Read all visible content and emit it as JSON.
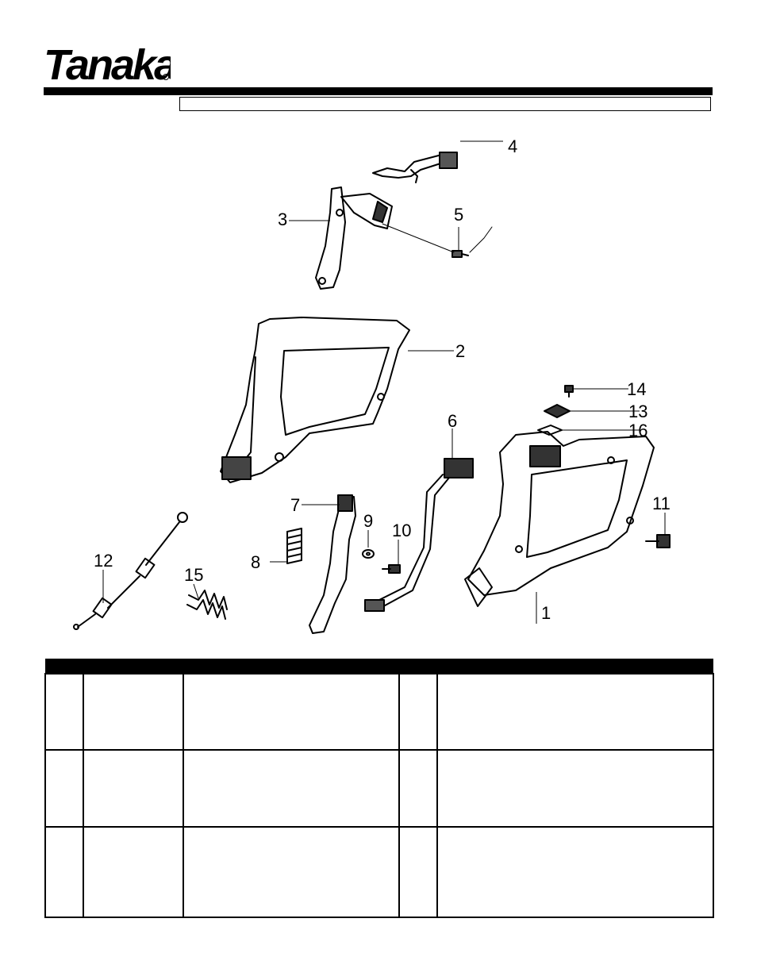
{
  "brand": {
    "name": "Tanaka"
  },
  "callouts": [
    "1",
    "2",
    "3",
    "4",
    "5",
    "6",
    "7",
    "8",
    "9",
    "10",
    "11",
    "12",
    "13",
    "14",
    "15",
    "16"
  ],
  "table": {
    "rows": [
      [
        "",
        "",
        "",
        "",
        ""
      ],
      [
        "",
        "",
        "",
        "",
        ""
      ],
      [
        "",
        "",
        "",
        "",
        ""
      ]
    ]
  }
}
